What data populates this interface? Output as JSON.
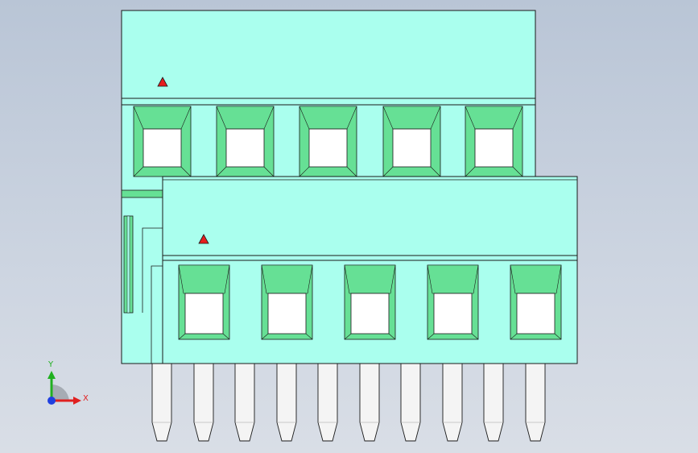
{
  "viewport": {
    "title": "",
    "background_top": "#b9c5d6",
    "background_bottom": "#d9dee6"
  },
  "model": {
    "body_color": "#aaffee",
    "cavity_color": "#66e095",
    "cavity_dark": "#2f8a56",
    "outline_color": "#1a1a1a",
    "pin_color": "#f4f4f4",
    "marker_color": "#e61e1e",
    "rear_block_cavities": 5,
    "front_block_cavities": 5,
    "pins": 10
  },
  "triad": {
    "x_label": "X",
    "y_label": "Y",
    "x_color": "#e02020",
    "y_color": "#20b020",
    "z_color": "#2040e0"
  }
}
